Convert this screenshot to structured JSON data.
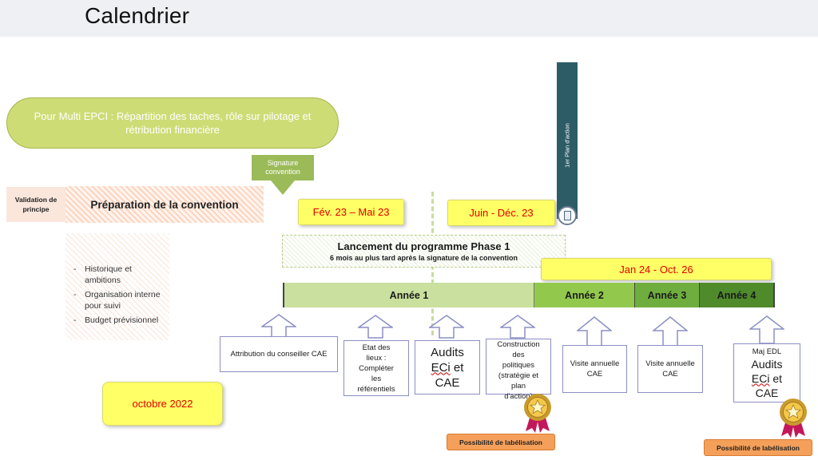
{
  "header": {
    "title": "Calendrier"
  },
  "multi_epci": {
    "text": "Pour Multi EPCI : Répartition des taches, rôle sur pilotage et rétribution financière"
  },
  "signature": {
    "label": "Signature convention"
  },
  "validation": {
    "label": "Validation de principe"
  },
  "preparation": {
    "label": "Préparation de la convention"
  },
  "notes": {
    "items": [
      "Historique et ambitions",
      "Organisation interne pour suivi",
      "Budget prévisionnel"
    ]
  },
  "dates": {
    "period1": "Fév. 23 – Mai 23",
    "period2": "Juin - Déc. 23",
    "period3": "Jan 24  -  Oct. 26",
    "start": "octobre 2022"
  },
  "lancement": {
    "title": "Lancement du programme Phase 1",
    "subtitle": "6 mois au plus tard après la signature de la convention"
  },
  "plan_action": {
    "label": "1er Plan d'action"
  },
  "timeline": {
    "years": [
      "Année 1",
      "Année 2",
      "Année 3",
      "Année 4"
    ]
  },
  "events": {
    "attribution": "Attribution du conseiller CAE",
    "etat_lieux": [
      "Etat des",
      "lieux :",
      "Compléter",
      "les",
      "référentiels"
    ],
    "audits1": {
      "line1": "Audits",
      "line2_a": "ECi",
      "line2_b": " et",
      "line3": "CAE"
    },
    "construction": [
      "Construction",
      "des",
      "politiques",
      "(stratégie et",
      "plan",
      "d'action)"
    ],
    "visite2": "Visite annuelle CAE",
    "visite3": "Visite annuelle CAE",
    "final": {
      "line1": "Maj EDL",
      "line2": "Audits",
      "line3_a": "ECi",
      "line3_b": " et",
      "line4": "CAE"
    }
  },
  "labelisation": {
    "label1": "Possibilité de labélisation",
    "label2": "Possibilité de labélisation"
  },
  "colors": {
    "pill": "#cedc75",
    "signature": "#9bbb59",
    "year1": "#c9e09e",
    "year2": "#92c94d",
    "year3": "#6fae3e",
    "year4": "#4f8a2b",
    "date_box": "#ffff66",
    "date_text": "#e00000",
    "plan_bar": "#2e5c66",
    "labelisation": "#f5a05a"
  }
}
